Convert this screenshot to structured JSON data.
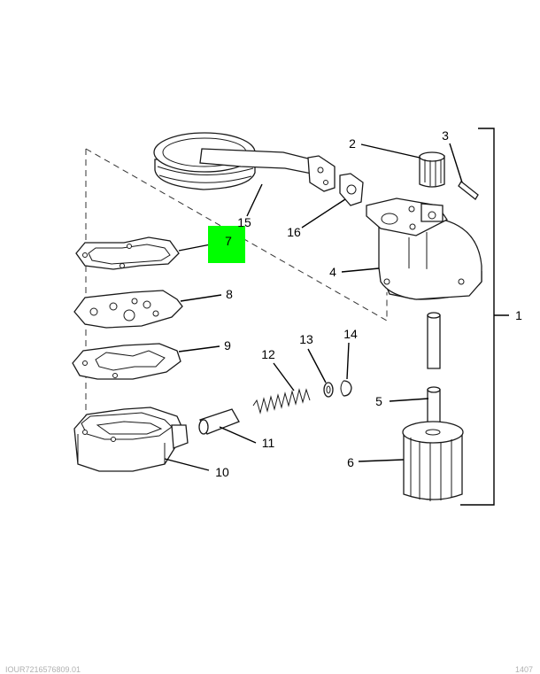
{
  "callouts": {
    "c1": "1",
    "c2": "2",
    "c3": "3",
    "c4": "4",
    "c5": "5",
    "c6": "6",
    "c7": "7",
    "c8": "8",
    "c9": "9",
    "c10": "10",
    "c11": "11",
    "c12": "12",
    "c13": "13",
    "c14": "14",
    "c15": "15",
    "c16": "16"
  },
  "highlight": {
    "callout": "7",
    "color": "#00ff00"
  },
  "footer": {
    "left": "IOUR7216576809.01",
    "right": "1407"
  }
}
